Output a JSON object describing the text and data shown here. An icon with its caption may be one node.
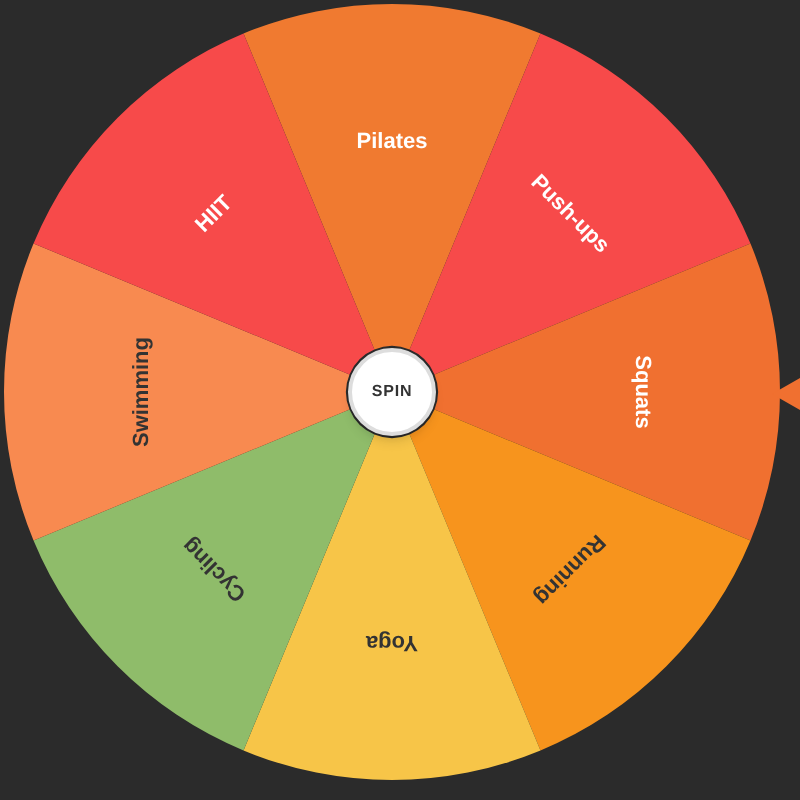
{
  "diagram": {
    "nodes": [
      {
        "text": [
          "Pilates"
        ]
      },
      {
        "text": [
          "Push-ups"
        ]
      },
      {
        "text": [
          "Squats"
        ]
      },
      {
        "text": [
          "Running"
        ]
      },
      {
        "text": [
          "Yoga"
        ]
      },
      {
        "text": [
          "Cycling"
        ]
      },
      {
        "text": [
          "Swimming"
        ]
      },
      {
        "text": [
          "HIIT"
        ]
      },
      {
        "text": [
          "SPIN"
        ]
      },
      {
        "text": [],
        "shape": "triangle"
      }
    ]
  }
}
